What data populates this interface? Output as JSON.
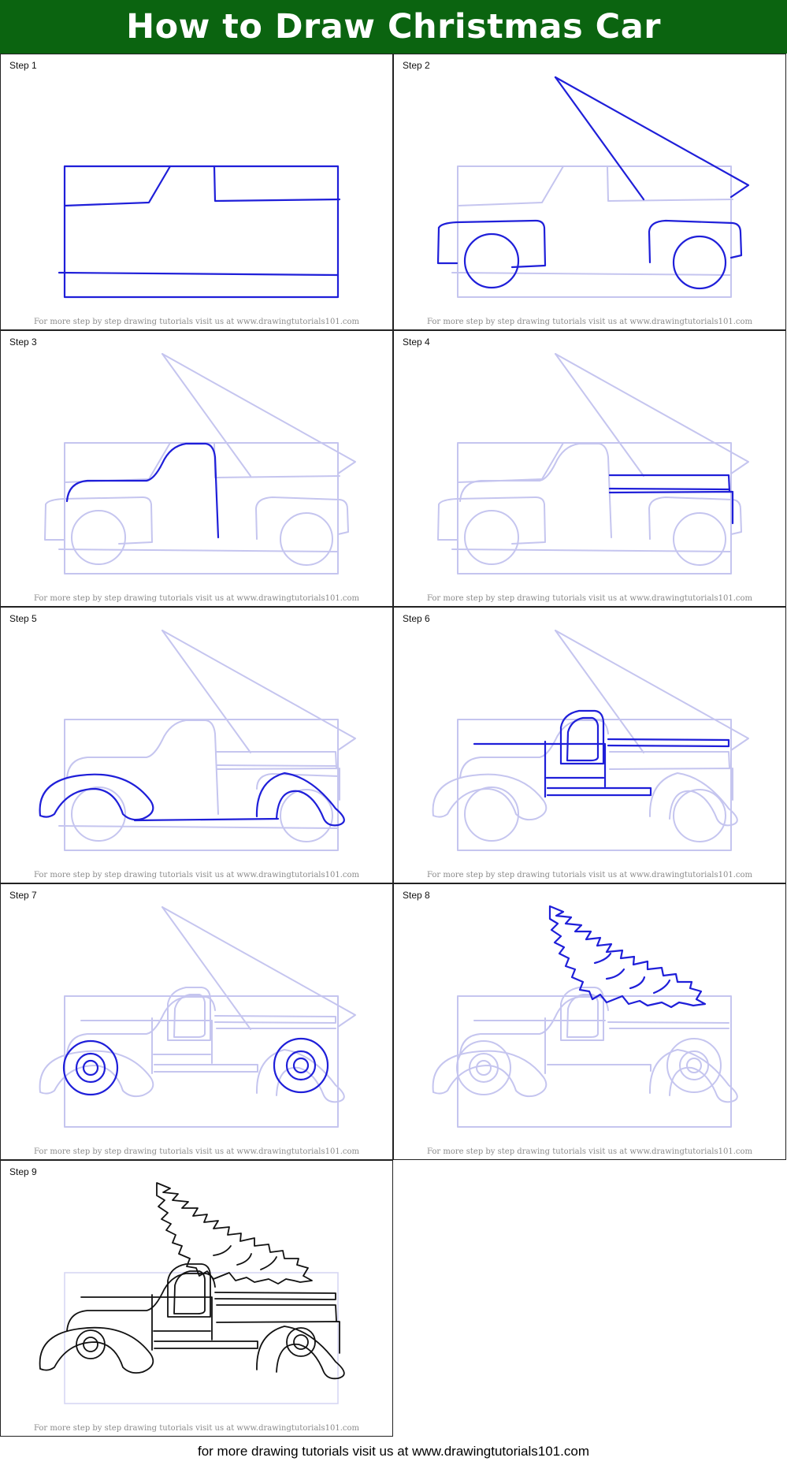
{
  "title": "How to Draw Christmas Car",
  "credit": "For more step by step drawing tutorials visit us at www.drawingtutorials101.com",
  "footer": "for more drawing tutorials visit us at www.drawingtutorials101.com",
  "steps": [
    {
      "label": "Step 1"
    },
    {
      "label": "Step 2"
    },
    {
      "label": "Step 3"
    },
    {
      "label": "Step 4"
    },
    {
      "label": "Step 5"
    },
    {
      "label": "Step 6"
    },
    {
      "label": "Step 7"
    },
    {
      "label": "Step 8"
    },
    {
      "label": "Step 9"
    }
  ],
  "colors": {
    "header": "#0b6410",
    "new_lines": "#1f1fd9",
    "guide_lines": "#c5c5ef",
    "final_lines": "#111111"
  }
}
